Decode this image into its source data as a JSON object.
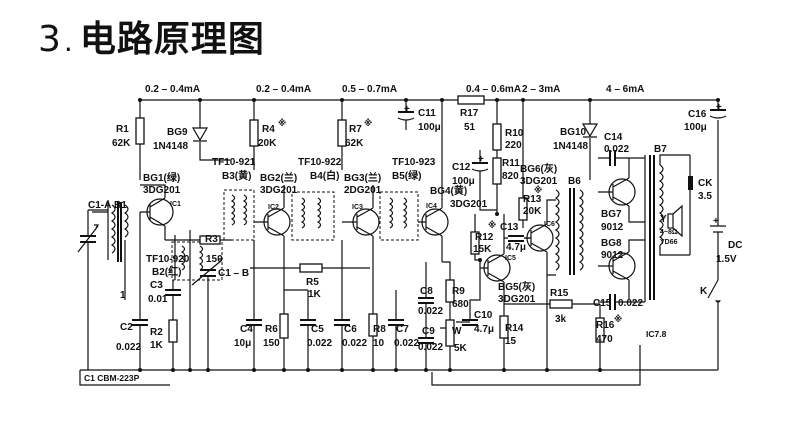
{
  "title": {
    "number": "3",
    "dot": ".",
    "text": "电路原理图"
  },
  "currents": [
    "0.2 – 0.4mA",
    "0.2 – 0.4mA",
    "0.5 – 0.7mA",
    "0.4 – 0.6mA",
    "2 – 3mA",
    "4 – 6mA"
  ],
  "components": {
    "R1": [
      "R1",
      "62K"
    ],
    "BG9": [
      "BG9",
      "1N4148"
    ],
    "BG1": [
      "BG1(绿)",
      "3DG201"
    ],
    "B1": "B1",
    "C1A": "C1-A",
    "TF920": [
      "TF10-920",
      "B2(红)"
    ],
    "C3": [
      "C3",
      "0.01"
    ],
    "C2": [
      "C2",
      "0.022"
    ],
    "R2": [
      "R2",
      "1K"
    ],
    "C1B": "C1 – B",
    "C1CBM": "C1  CBM-223P",
    "R3": "R3",
    "R3v": "150",
    "TF921": [
      "TF10-921",
      "B3(黄)"
    ],
    "R4": [
      "R4",
      "20K"
    ],
    "BG2": [
      "BG2(兰)",
      "3DG201"
    ],
    "TF922": [
      "TF10-922",
      "B4(白)"
    ],
    "R5": [
      "R5",
      "1K"
    ],
    "C4": [
      "C4",
      "10μ"
    ],
    "R6": [
      "R6",
      "150"
    ],
    "C5": [
      "C5",
      "0.022"
    ],
    "R7": [
      "R7",
      "62K"
    ],
    "BG3": [
      "BG3(兰)",
      "2DG201"
    ],
    "TF923": [
      "TF10-923",
      "B5(绿)"
    ],
    "C6": [
      "C6",
      "0.022"
    ],
    "R8": [
      "R8",
      "10"
    ],
    "C7": [
      "C7",
      "0.022"
    ],
    "C11": [
      "C11",
      "100μ"
    ],
    "R17": [
      "R17",
      "51"
    ],
    "BG4": [
      "BG4(黄)",
      "3DG201"
    ],
    "C8": [
      "C8",
      "0.022"
    ],
    "R9": [
      "R9",
      "680"
    ],
    "C9": [
      "C9",
      "0.022"
    ],
    "W": [
      "W",
      "5K"
    ],
    "C10": [
      "C10",
      "4.7μ"
    ],
    "C12": [
      "C12",
      "100μ"
    ],
    "R10": [
      "R10",
      "220"
    ],
    "R11": [
      "R11",
      "820"
    ],
    "R12": [
      "R12",
      "15K"
    ],
    "C13": [
      "C13",
      "4.7μ"
    ],
    "R13": [
      "R13",
      "20K"
    ],
    "BG6": [
      "BG6(灰)",
      "3DG201"
    ],
    "BG5": [
      "BG5(灰)",
      "3DG201"
    ],
    "R14": [
      "R14",
      "15"
    ],
    "R15": [
      "R15",
      "3k"
    ],
    "BG10": [
      "BG10",
      "1N4148"
    ],
    "B6": "B6",
    "C14": [
      "C14",
      "0.022"
    ],
    "BG7": [
      "BG7",
      "9012"
    ],
    "BG8": [
      "BG8",
      "9012"
    ],
    "C15": [
      "C15",
      "0.022"
    ],
    "R16": [
      "R16",
      "470"
    ],
    "IC78": "IC7.8",
    "B7": "B7",
    "C16": [
      "C16",
      "100μ"
    ],
    "CK": [
      "CK",
      "3.5"
    ],
    "Y": "Y",
    "YD": [
      "4~8Ω",
      "YD66"
    ],
    "DC": [
      "DC",
      "1.5V"
    ],
    "K": "K",
    "IC1": "IC1",
    "IC2": "IC2",
    "IC3": "IC3",
    "IC4": "IC4",
    "IC5": "IC5",
    "IC6": "IC6",
    "plus": "+",
    "star": "※",
    "one": "1"
  }
}
